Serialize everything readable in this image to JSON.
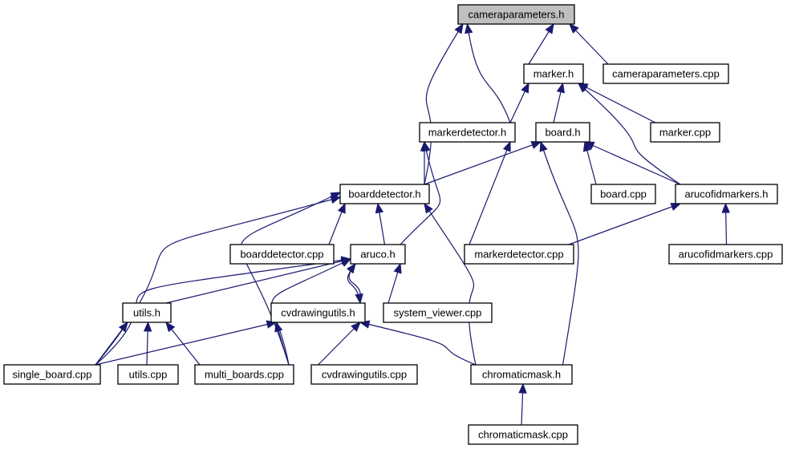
{
  "nodes": [
    {
      "id": "cameraparameters_h",
      "label": "cameraparameters.h",
      "highlight": true
    },
    {
      "id": "marker_h",
      "label": "marker.h"
    },
    {
      "id": "cameraparameters_cpp",
      "label": "cameraparameters.cpp"
    },
    {
      "id": "markerdetector_h",
      "label": "markerdetector.h"
    },
    {
      "id": "board_h",
      "label": "board.h"
    },
    {
      "id": "marker_cpp",
      "label": "marker.cpp"
    },
    {
      "id": "boarddetector_h",
      "label": "boarddetector.h"
    },
    {
      "id": "board_cpp",
      "label": "board.cpp"
    },
    {
      "id": "arucofidmarkers_h",
      "label": "arucofidmarkers.h"
    },
    {
      "id": "boarddetector_cpp",
      "label": "boarddetector.cpp"
    },
    {
      "id": "aruco_h",
      "label": "aruco.h"
    },
    {
      "id": "markerdetector_cpp",
      "label": "markerdetector.cpp"
    },
    {
      "id": "arucofidmarkers_cpp",
      "label": "arucofidmarkers.cpp"
    },
    {
      "id": "utils_h",
      "label": "utils.h"
    },
    {
      "id": "cvdrawingutils_h",
      "label": "cvdrawingutils.h"
    },
    {
      "id": "system_viewer_cpp",
      "label": "system_viewer.cpp"
    },
    {
      "id": "single_board_cpp",
      "label": "single_board.cpp"
    },
    {
      "id": "utils_cpp",
      "label": "utils.cpp"
    },
    {
      "id": "multi_boards_cpp",
      "label": "multi_boards.cpp"
    },
    {
      "id": "cvdrawingutils_cpp",
      "label": "cvdrawingutils.cpp"
    },
    {
      "id": "chromaticmask_h",
      "label": "chromaticmask.h"
    },
    {
      "id": "chromaticmask_cpp",
      "label": "chromaticmask.cpp"
    }
  ],
  "edges": [
    [
      "cameraparameters_h",
      "marker_h"
    ],
    [
      "cameraparameters_h",
      "cameraparameters_cpp"
    ],
    [
      "cameraparameters_h",
      "markerdetector_h"
    ],
    [
      "cameraparameters_h",
      "boarddetector_h"
    ],
    [
      "marker_h",
      "markerdetector_h"
    ],
    [
      "marker_h",
      "board_h"
    ],
    [
      "marker_h",
      "marker_cpp"
    ],
    [
      "marker_h",
      "arucofidmarkers_h"
    ],
    [
      "markerdetector_h",
      "boarddetector_h"
    ],
    [
      "markerdetector_h",
      "aruco_h"
    ],
    [
      "markerdetector_h",
      "markerdetector_cpp"
    ],
    [
      "board_h",
      "boarddetector_h"
    ],
    [
      "board_h",
      "board_cpp"
    ],
    [
      "board_h",
      "arucofidmarkers_h"
    ],
    [
      "board_h",
      "chromaticmask_h"
    ],
    [
      "arucofidmarkers_h",
      "markerdetector_cpp"
    ],
    [
      "arucofidmarkers_h",
      "arucofidmarkers_cpp"
    ],
    [
      "boarddetector_h",
      "boarddetector_cpp"
    ],
    [
      "boarddetector_h",
      "aruco_h"
    ],
    [
      "boarddetector_h",
      "chromaticmask_h"
    ],
    [
      "boarddetector_h",
      "single_board_cpp"
    ],
    [
      "boarddetector_h",
      "multi_boards_cpp"
    ],
    [
      "aruco_h",
      "utils_h"
    ],
    [
      "aruco_h",
      "cvdrawingutils_h"
    ],
    [
      "aruco_h",
      "system_viewer_cpp"
    ],
    [
      "aruco_h",
      "single_board_cpp"
    ],
    [
      "aruco_h",
      "multi_boards_cpp"
    ],
    [
      "cvdrawingutils_h",
      "aruco_h"
    ],
    [
      "cvdrawingutils_h",
      "single_board_cpp"
    ],
    [
      "cvdrawingutils_h",
      "multi_boards_cpp"
    ],
    [
      "cvdrawingutils_h",
      "cvdrawingutils_cpp"
    ],
    [
      "cvdrawingutils_h",
      "chromaticmask_h"
    ],
    [
      "utils_h",
      "single_board_cpp"
    ],
    [
      "utils_h",
      "utils_cpp"
    ],
    [
      "utils_h",
      "multi_boards_cpp"
    ],
    [
      "chromaticmask_h",
      "chromaticmask_cpp"
    ]
  ]
}
